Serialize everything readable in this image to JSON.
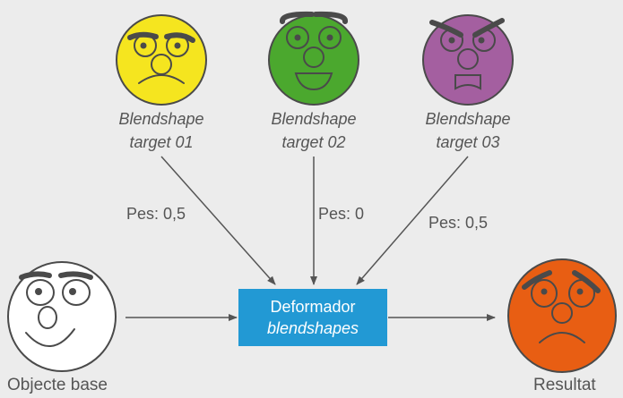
{
  "targets": [
    {
      "line1": "Blendshape",
      "line2": "target 01",
      "weight": "Pes: 0,5",
      "color": "#F5E51F"
    },
    {
      "line1": "Blendshape",
      "line2": "target 02",
      "weight": "Pes: 0",
      "color": "#4BA82E"
    },
    {
      "line1": "Blendshape",
      "line2": "target 03",
      "weight": "Pes: 0,5",
      "color": "#A45FA0"
    }
  ],
  "deformer": {
    "line1": "Deformador",
    "line2": "blendshapes",
    "color": "#2299D4"
  },
  "base": {
    "label": "Objecte base",
    "color": "#FFFFFF"
  },
  "result": {
    "label": "Resultat",
    "color": "#E85E13"
  }
}
